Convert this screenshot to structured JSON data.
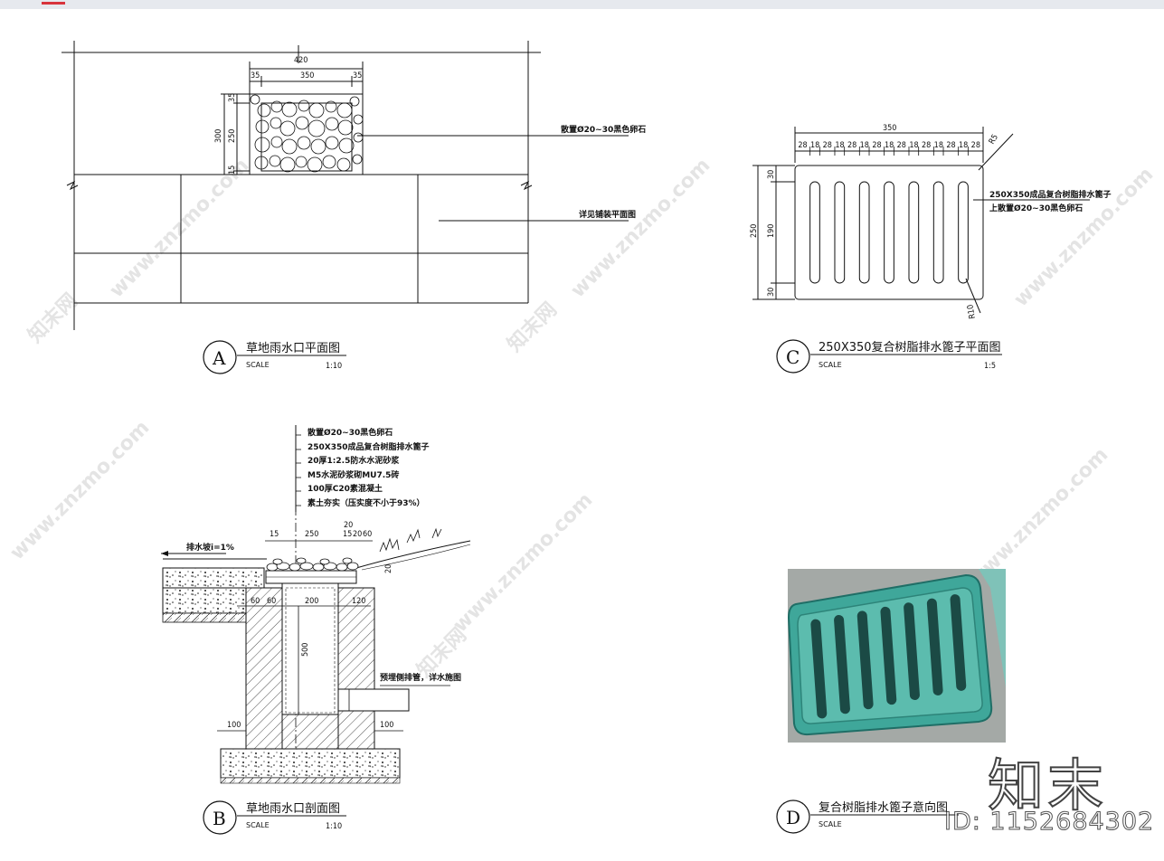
{
  "drawing_a": {
    "letter": "A",
    "title": "草地雨水口平面图",
    "scale_label": "SCALE",
    "scale": "1:10",
    "dims": {
      "total": "420",
      "inner": "350",
      "left_edge": "35",
      "right_edge": "35",
      "height_total": "300",
      "height_inner": "250",
      "top": "35",
      "bottom": "15"
    },
    "note_stones": "散置Ø20~30黑色卵石",
    "note_paving": "详见铺装平面图"
  },
  "drawing_b": {
    "letter": "B",
    "title": "草地雨水口剖面图",
    "scale_label": "SCALE",
    "scale": "1:10",
    "layers": [
      "散置Ø20~30黑色卵石",
      "250X350成品复合树脂排水篦子",
      "20厚1:2.5防水水泥砂浆",
      "M5水泥砂浆砌MU7.5砖",
      "100厚C20素混凝土",
      "素土夯实（压实度不小于93%）"
    ],
    "slope": "排水坡i=1%",
    "pipe_note": "预埋侧排管，详水施图",
    "dims": {
      "d15": "15",
      "d250": "250",
      "d20a": "20",
      "d15b": "15",
      "d20b": "20",
      "d60top": "60",
      "d20c": "20",
      "d60a": "60",
      "d60b": "60",
      "d200": "200",
      "d120": "120",
      "d500": "500",
      "d100a": "100",
      "d100b": "100"
    }
  },
  "drawing_c": {
    "letter": "C",
    "title": "250X350复合树脂排水篦子平面图",
    "scale_label": "SCALE",
    "scale": "1:5",
    "dims": {
      "width": "350",
      "segments": [
        "28",
        "18",
        "28",
        "18",
        "28",
        "18",
        "28",
        "18",
        "28",
        "18",
        "28",
        "18",
        "28",
        "18",
        "28"
      ],
      "height": "250",
      "h30a": "30",
      "h190": "190",
      "h30b": "30",
      "corner": "R5",
      "slot": "R10"
    },
    "note1": "250X350成品复合树脂排水篦子",
    "note2": "上散置Ø20~30黑色卵石"
  },
  "drawing_d": {
    "letter": "D",
    "title": "复合树脂排水篦子意向图",
    "scale_label": "SCALE"
  },
  "watermark": {
    "site": "www.znzmo.com",
    "cn": "知末网",
    "brand": "知末",
    "id": "ID: 1152684302"
  },
  "colors": {
    "line": "#111111",
    "grate_green": "#3fa79a",
    "grate_dark": "#1f6e66",
    "photo_bg": "#9aa09e"
  }
}
